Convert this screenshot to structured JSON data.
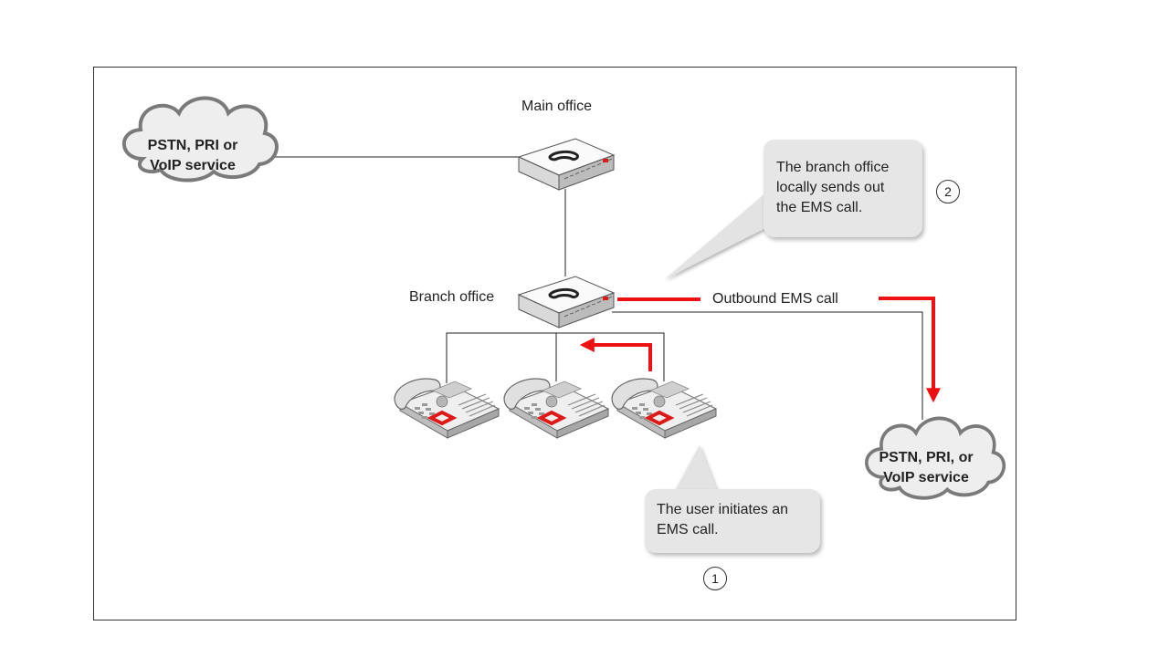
{
  "nodes": {
    "main_office": "Main office",
    "branch_office": "Branch office",
    "cloud_left": [
      "PSTN, PRI or",
      "VoIP service"
    ],
    "cloud_right": [
      "PSTN, PRI, or",
      "VoIP service"
    ]
  },
  "links": {
    "outbound_label": "Outbound EMS call"
  },
  "callouts": {
    "branch": [
      "The branch office",
      "locally sends out",
      "the EMS call."
    ],
    "user": [
      "The user initiates an",
      "EMS call."
    ]
  },
  "steps": {
    "one": "1",
    "two": "2"
  },
  "colors": {
    "flow_arrow": "#ee1111",
    "line": "#222222",
    "cloud_fill": "#eeeeee",
    "cloud_stroke": "#7a7a7a",
    "callout_fill": "#e6e6e6",
    "phone_logo": "#dd1a1a"
  }
}
